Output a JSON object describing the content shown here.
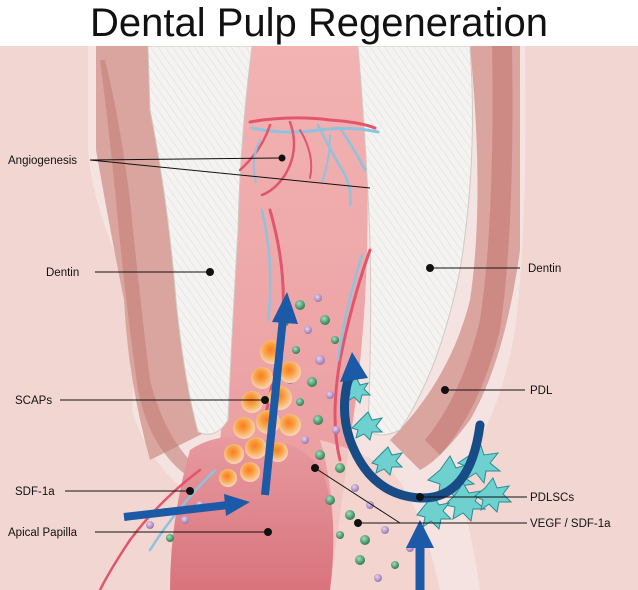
{
  "title": "Dental Pulp Regeneration",
  "labels": {
    "angiogenesis": "Angiogenesis",
    "dentin_left": "Dentin",
    "dentin_right": "Dentin",
    "scaps": "SCAPs",
    "sdf1a": "SDF-1a",
    "apical_papilla": "Apical Papilla",
    "pdl": "PDL",
    "pdlscs": "PDLSCs",
    "vegf_sdf": "VEGF / SDF-1a"
  },
  "colors": {
    "background": "#f4e1df",
    "gum": "#e7bdb7",
    "dentin": "#f3f2f0",
    "pulp": "#eca0a4",
    "papilla": "#e0868d",
    "arrow_blue": "#1c5aa8",
    "vessel_red": "#e2566c",
    "vessel_blue": "#8fc2df",
    "scap_orange": "#f5a33f",
    "pdlsc_teal": "#5fc7c9",
    "growth_factor_green": "#3c9a68",
    "growth_factor_purple": "#b48fc4"
  }
}
